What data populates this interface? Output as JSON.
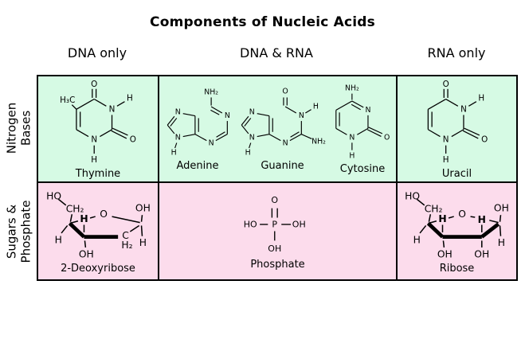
{
  "title": "Components of Nucleic Acids",
  "columns": [
    "DNA only",
    "DNA & RNA",
    "RNA only"
  ],
  "rows": [
    {
      "line1": "Nitrogen",
      "line2": "Bases"
    },
    {
      "line1": "Sugars &",
      "line2": "Phosphate"
    }
  ],
  "colors": {
    "bases_row_bg": "#d6fae4",
    "sugars_row_bg": "#fcdcec",
    "grid_border": "#000000",
    "background": "#ffffff"
  },
  "molecules": {
    "thymine": {
      "label": "Thymine",
      "w": 150,
      "h": 140,
      "vb": [
        12,
        0,
        132,
        138
      ],
      "lines": [
        [
          72,
          32,
          91,
          43
        ],
        [
          100,
          57,
          100,
          80
        ],
        [
          100,
          80,
          81,
          91
        ],
        [
          63,
          91,
          44,
          80
        ],
        [
          44,
          80,
          44,
          48
        ],
        [
          50,
          76,
          50,
          52
        ],
        [
          44,
          48,
          72,
          32
        ],
        [
          69,
          30,
          69,
          16
        ],
        [
          75,
          30,
          75,
          16
        ],
        [
          108,
          43,
          120,
          36
        ],
        [
          99,
          82,
          123,
          94
        ],
        [
          101,
          78,
          125,
          89
        ],
        [
          72,
          105,
          72,
          118
        ],
        [
          44,
          48,
          37,
          41
        ]
      ],
      "texts": [
        [
          72,
          9,
          "O"
        ],
        [
          100,
          48,
          "N"
        ],
        [
          128,
          31,
          "H"
        ],
        [
          133,
          96,
          "O"
        ],
        [
          72,
          96,
          "N"
        ],
        [
          72,
          128,
          "H"
        ],
        [
          30,
          34,
          "H₃C"
        ]
      ]
    },
    "adenine": {
      "label": "Adenine",
      "w": 140,
      "h": 130,
      "vb": [
        2,
        2,
        126,
        126
      ],
      "lines": [
        [
          88,
          36,
          88,
          22
        ],
        [
          88,
          38,
          107,
          49
        ],
        [
          87,
          44,
          102,
          52
        ],
        [
          116,
          63,
          116,
          86
        ],
        [
          116,
          86,
          96,
          97
        ],
        [
          112,
          82,
          97,
          91
        ],
        [
          80,
          97,
          60,
          86
        ],
        [
          60,
          86,
          60,
          54
        ],
        [
          66,
          82,
          66,
          58
        ],
        [
          60,
          54,
          39,
          50
        ],
        [
          24,
          55,
          12,
          70
        ],
        [
          28,
          58,
          17,
          72
        ],
        [
          12,
          70,
          24,
          85
        ],
        [
          39,
          90,
          60,
          86
        ],
        [
          28,
          101,
          25,
          110
        ]
      ],
      "texts": [
        [
          88,
          13,
          "NH₂"
        ],
        [
          116,
          54,
          "N"
        ],
        [
          88,
          102,
          "N"
        ],
        [
          30,
          48,
          "N"
        ],
        [
          30,
          92,
          "N"
        ],
        [
          23,
          118,
          "H"
        ]
      ]
    },
    "guanine": {
      "label": "Guanine",
      "w": 168,
      "h": 130,
      "vb": [
        2,
        2,
        162,
        126
      ],
      "lines": [
        [
          85,
          36,
          85,
          22
        ],
        [
          91,
          36,
          91,
          22
        ],
        [
          88,
          38,
          107,
          49
        ],
        [
          123,
          49,
          133,
          43
        ],
        [
          116,
          63,
          116,
          86
        ],
        [
          116,
          86,
          96,
          97
        ],
        [
          112,
          82,
          97,
          91
        ],
        [
          116,
          86,
          134,
          94
        ],
        [
          80,
          97,
          60,
          86
        ],
        [
          60,
          86,
          60,
          54
        ],
        [
          66,
          82,
          66,
          58
        ],
        [
          60,
          54,
          39,
          50
        ],
        [
          24,
          55,
          12,
          70
        ],
        [
          28,
          58,
          17,
          72
        ],
        [
          12,
          70,
          24,
          85
        ],
        [
          39,
          90,
          60,
          86
        ],
        [
          28,
          101,
          25,
          110
        ]
      ],
      "texts": [
        [
          88,
          12,
          "O"
        ],
        [
          116,
          54,
          "N"
        ],
        [
          141,
          38,
          "H"
        ],
        [
          146,
          99,
          "NH₂"
        ],
        [
          88,
          102,
          "N"
        ],
        [
          30,
          48,
          "N"
        ],
        [
          30,
          92,
          "N"
        ],
        [
          23,
          118,
          "H"
        ]
      ]
    },
    "cytosine": {
      "label": "Cytosine",
      "w": 140,
      "h": 140,
      "vb": [
        24,
        0,
        110,
        138
      ],
      "lines": [
        [
          60,
          30,
          60,
          19
        ],
        [
          60,
          32,
          80,
          43
        ],
        [
          59,
          38,
          75,
          47
        ],
        [
          88,
          57,
          88,
          80
        ],
        [
          87,
          82,
          111,
          94
        ],
        [
          89,
          78,
          113,
          89
        ],
        [
          88,
          80,
          69,
          91
        ],
        [
          51,
          91,
          32,
          80
        ],
        [
          32,
          80,
          32,
          48
        ],
        [
          38,
          76,
          38,
          52
        ],
        [
          32,
          48,
          60,
          32
        ],
        [
          60,
          105,
          60,
          118
        ]
      ],
      "texts": [
        [
          60,
          10,
          "NH₂"
        ],
        [
          88,
          48,
          "N"
        ],
        [
          121,
          96,
          "O"
        ],
        [
          60,
          96,
          "N"
        ],
        [
          60,
          128,
          "H"
        ]
      ]
    },
    "uracil": {
      "label": "Uracil",
      "w": 150,
      "h": 140,
      "vb": [
        36,
        0,
        108,
        138
      ],
      "lines": [
        [
          72,
          32,
          91,
          43
        ],
        [
          100,
          57,
          100,
          80
        ],
        [
          100,
          80,
          81,
          91
        ],
        [
          63,
          91,
          44,
          80
        ],
        [
          44,
          80,
          44,
          48
        ],
        [
          50,
          76,
          50,
          52
        ],
        [
          44,
          48,
          72,
          32
        ],
        [
          69,
          30,
          69,
          16
        ],
        [
          75,
          30,
          75,
          16
        ],
        [
          108,
          43,
          120,
          36
        ],
        [
          99,
          82,
          123,
          94
        ],
        [
          101,
          78,
          125,
          89
        ],
        [
          72,
          105,
          72,
          118
        ]
      ],
      "texts": [
        [
          72,
          9,
          "O"
        ],
        [
          100,
          48,
          "N"
        ],
        [
          128,
          31,
          "H"
        ],
        [
          133,
          96,
          "O"
        ],
        [
          72,
          96,
          "N"
        ],
        [
          72,
          128,
          "H"
        ]
      ]
    },
    "deoxyribose": {
      "label": "2-Deoxyribose",
      "w": 150,
      "h": 100,
      "vb": [
        2,
        4,
        146,
        96
      ],
      "lines": [
        [
          22,
          18,
          32,
          26
        ],
        [
          40,
          38,
          38,
          48
        ],
        [
          37,
          50,
          48,
          47
        ],
        [
          64,
          43,
          71,
          41
        ],
        [
          93,
          41,
          130,
          49
        ],
        [
          132,
          48,
          133,
          39
        ],
        [
          132,
          53,
          133,
          67
        ],
        [
          34,
          53,
          26,
          63
        ],
        [
          37,
          50,
          56,
          68,
          5
        ],
        [
          56,
          68,
          101,
          68,
          5
        ],
        [
          117,
          61,
          129,
          53
        ],
        [
          57,
          73,
          58,
          82
        ],
        [
          56,
          52,
          56,
          62
        ]
      ],
      "texts": [
        [
          16,
          14,
          "HO"
        ],
        [
          44,
          31,
          "CH₂"
        ],
        [
          56,
          44,
          "H",
          "b"
        ],
        [
          82,
          38,
          "O"
        ],
        [
          134,
          30,
          "OH"
        ],
        [
          134,
          76,
          "H"
        ],
        [
          22,
          72,
          "H"
        ],
        [
          59,
          91,
          "OH"
        ],
        [
          111,
          66,
          "C"
        ],
        [
          113,
          79,
          "H₂"
        ]
      ]
    },
    "phosphate": {
      "label": "Phosphate",
      "w": 130,
      "h": 112,
      "vb": [
        6,
        12,
        118,
        96
      ],
      "lines": [
        [
          56,
          50,
          56,
          36
        ],
        [
          64,
          50,
          64,
          36
        ],
        [
          38,
          60,
          50,
          60
        ],
        [
          70,
          60,
          84,
          60
        ],
        [
          60,
          70,
          60,
          84
        ]
      ],
      "texts": [
        [
          60,
          60,
          "P"
        ],
        [
          60,
          24,
          "O"
        ],
        [
          24,
          60,
          "HO"
        ],
        [
          96,
          60,
          "OH"
        ],
        [
          60,
          96,
          "OH"
        ]
      ]
    },
    "ribose": {
      "label": "Ribose",
      "w": 150,
      "h": 100,
      "vb": [
        2,
        4,
        146,
        96
      ],
      "lines": [
        [
          22,
          18,
          32,
          26
        ],
        [
          40,
          38,
          38,
          48
        ],
        [
          37,
          50,
          48,
          47
        ],
        [
          64,
          43,
          71,
          41
        ],
        [
          93,
          41,
          99,
          42
        ],
        [
          118,
          46,
          130,
          49
        ],
        [
          132,
          48,
          133,
          39
        ],
        [
          132,
          53,
          133,
          67
        ],
        [
          34,
          53,
          26,
          63
        ],
        [
          37,
          50,
          56,
          68,
          5
        ],
        [
          56,
          68,
          108,
          68,
          5
        ],
        [
          108,
          68,
          130,
          51,
          5
        ],
        [
          57,
          73,
          58,
          82
        ],
        [
          108,
          73,
          108,
          82
        ],
        [
          56,
          52,
          56,
          62
        ],
        [
          108,
          52,
          108,
          62
        ]
      ],
      "texts": [
        [
          16,
          14,
          "HO"
        ],
        [
          44,
          31,
          "CH₂"
        ],
        [
          56,
          44,
          "H",
          "b"
        ],
        [
          82,
          38,
          "O"
        ],
        [
          108,
          45,
          "H",
          "b"
        ],
        [
          134,
          30,
          "OH"
        ],
        [
          134,
          76,
          "H"
        ],
        [
          22,
          72,
          "H"
        ],
        [
          59,
          91,
          "OH"
        ],
        [
          108,
          91,
          "OH"
        ]
      ]
    }
  }
}
